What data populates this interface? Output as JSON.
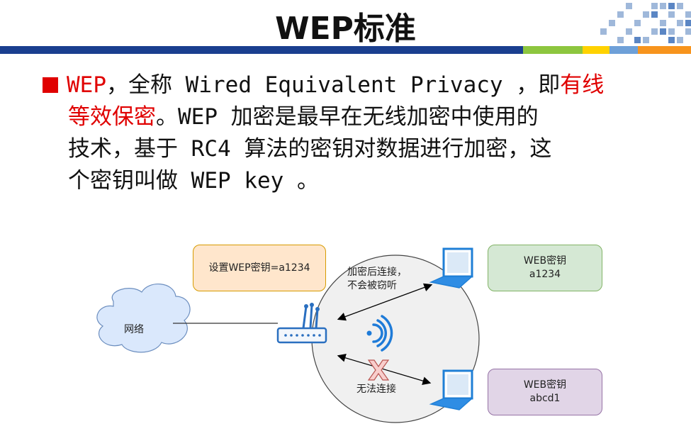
{
  "slide": {
    "title": "WEP标准"
  },
  "body": {
    "line1_prefix": "WEP",
    "line1_mid": "，全称 Wired Equivalent Privacy ，即",
    "line1_red": "有线",
    "line2_red": "等效保密",
    "line2_rest": "。WEP 加密是最早在无线加密中使用的",
    "line3": "技术，基于 RC4 算法的密钥对数据进行加密，这",
    "line4": "个密钥叫做 WEP key 。"
  },
  "diagram": {
    "cloud_label": "网络",
    "router_key_box": "设置WEP密钥=a1234",
    "connect_ok_line1": "加密后连接，",
    "connect_ok_line2": "不会被窃听",
    "connect_fail": "无法连接",
    "client1_key_line1": "WEB密钥",
    "client1_key_line2": "a1234",
    "client2_key_line1": "WEB密钥",
    "client2_key_line2": "abcd1"
  },
  "colors": {
    "accent_red": "#e00000",
    "bar_blue": "#1a3f8f",
    "bar_green": "#8dc63f",
    "bar_yellow": "#ffd200",
    "bar_lightblue": "#6ea0d8",
    "bar_orange": "#f7941d"
  },
  "icons": [
    "cloud-icon",
    "router-icon",
    "wifi-icon",
    "laptop-icon",
    "error-x-icon"
  ]
}
